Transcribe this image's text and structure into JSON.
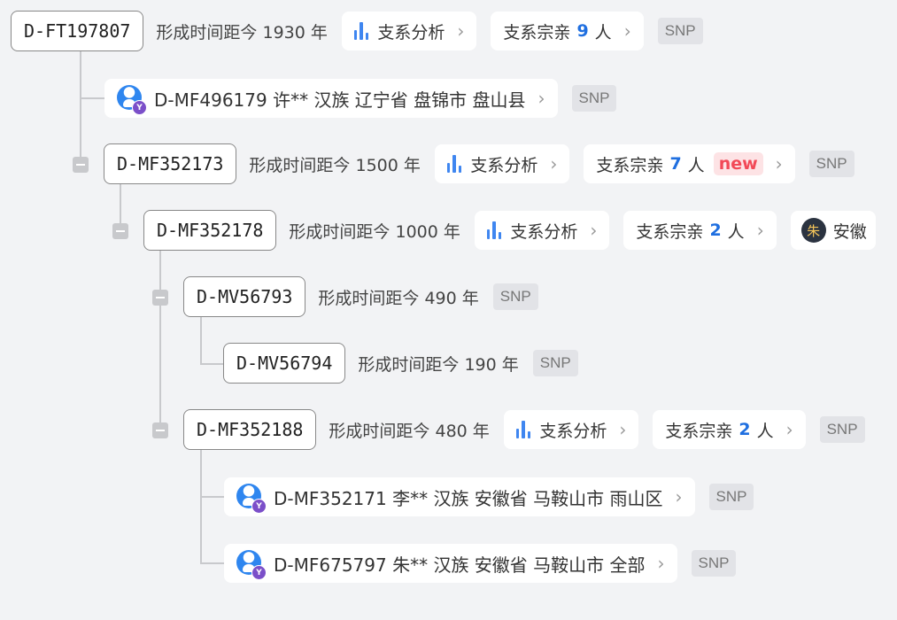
{
  "labels": {
    "age_prefix": "形成时间距今",
    "age_suffix": "年",
    "branch_analysis": "支系分析",
    "relatives_prefix": "支系宗亲",
    "relatives_suffix": "人",
    "snp": "SNP",
    "new_badge": "new",
    "chevron": "›"
  },
  "nodes": {
    "ft197807": {
      "id": "D-FT197807",
      "age": "1930",
      "relatives": "9"
    },
    "mf352173": {
      "id": "D-MF352173",
      "age": "1500",
      "relatives": "7"
    },
    "mf352178": {
      "id": "D-MF352178",
      "age": "1000",
      "relatives": "2",
      "extra_avatar": "朱",
      "extra_text": "安徽"
    },
    "mv56793": {
      "id": "D-MV56793",
      "age": "490"
    },
    "mv56794": {
      "id": "D-MV56794",
      "age": "190"
    },
    "mf352188": {
      "id": "D-MF352188",
      "age": "480",
      "relatives": "2"
    }
  },
  "samples": {
    "mf496179": {
      "text": "D-MF496179 许** 汉族 辽宁省 盘锦市 盘山县"
    },
    "mf352171": {
      "text": "D-MF352171 李** 汉族 安徽省 马鞍山市 雨山区"
    },
    "mf675797": {
      "text": "D-MF675797 朱** 汉族 安徽省 马鞍山市 全部"
    }
  },
  "icons": {
    "analysis": "bar-chart-icon",
    "chevron": "chevron-right-icon",
    "avatar": "user-avatar-icon",
    "verified": "verified-badge-icon",
    "collapse": "collapse-minus-icon"
  },
  "colors": {
    "accent": "#3f86f0",
    "count": "#1f6fe0",
    "new_text": "#f24957",
    "new_bg": "#fde3e5",
    "avatar_badge": "#7b4fc9",
    "background": "#f2f3f5"
  }
}
